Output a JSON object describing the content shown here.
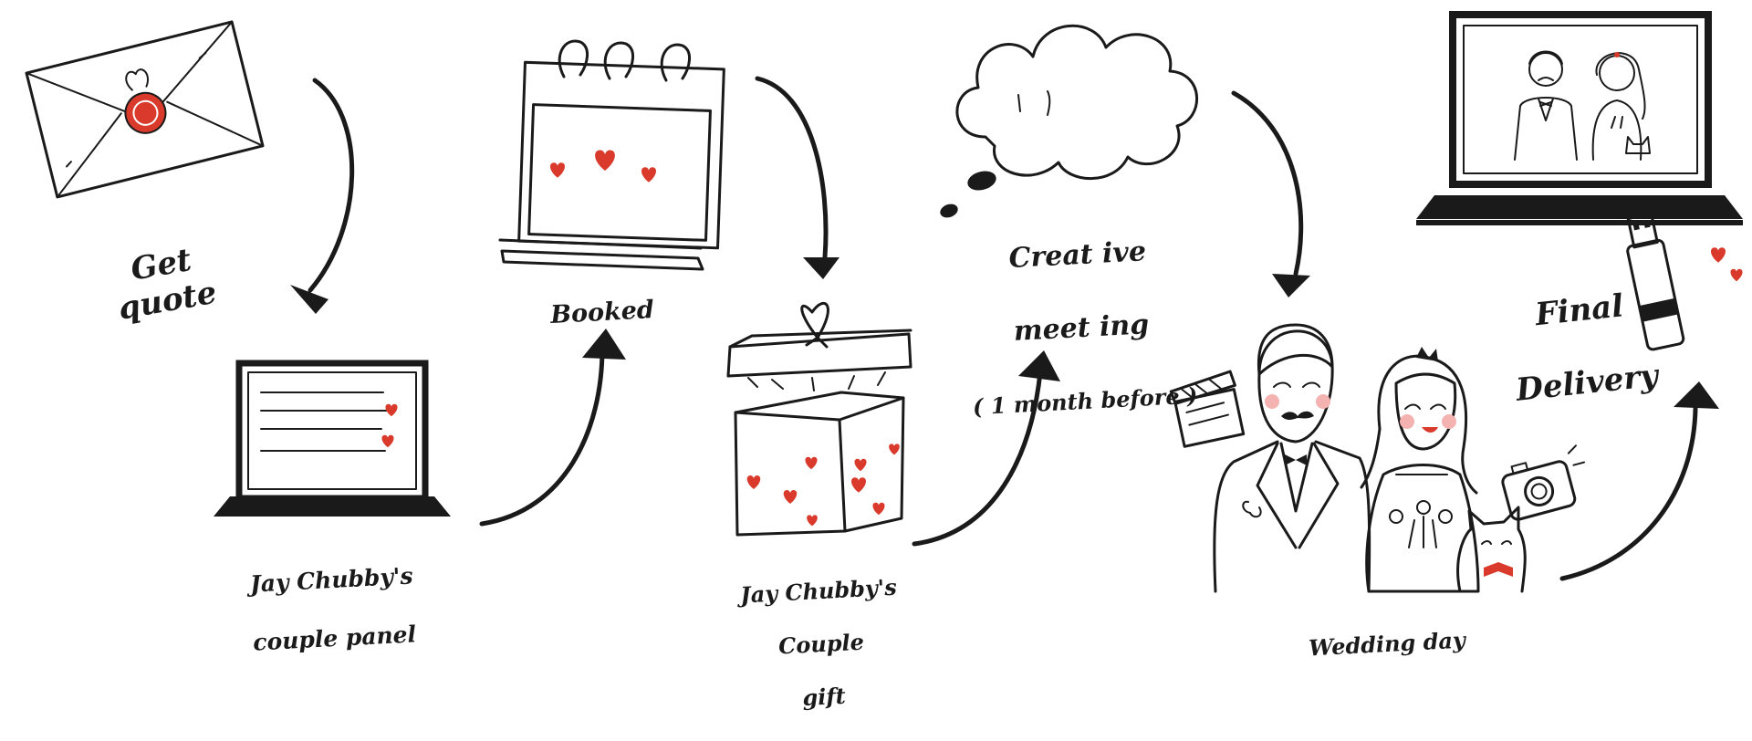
{
  "colors": {
    "ink": "#1a1a1a",
    "heart": "#d93a2b",
    "blush": "#f4b3b0"
  },
  "steps": [
    {
      "id": "get-quote",
      "label": "Get quote",
      "icon": "envelope-icon"
    },
    {
      "id": "couple-panel",
      "label_lines": [
        "Jay Chubby's",
        "couple panel"
      ],
      "icon": "laptop-icon"
    },
    {
      "id": "booked",
      "label": "Booked",
      "icon": "calendar-icon"
    },
    {
      "id": "couple-gift",
      "label_lines": [
        "Jay Chubby's",
        "Couple",
        "gift"
      ],
      "icon": "gift-box-icon"
    },
    {
      "id": "creative-meeting",
      "label_lines": [
        "Creat ive",
        "meet ing",
        "( 1 month before )"
      ],
      "icon": "thought-cloud-icon"
    },
    {
      "id": "wedding-day",
      "label": "Wedding day",
      "icon": "couple-illustration-icon"
    },
    {
      "id": "final-delivery",
      "label_lines": [
        "Final",
        "Delivery"
      ],
      "icon": "laptop-couple-photo-icon"
    }
  ]
}
